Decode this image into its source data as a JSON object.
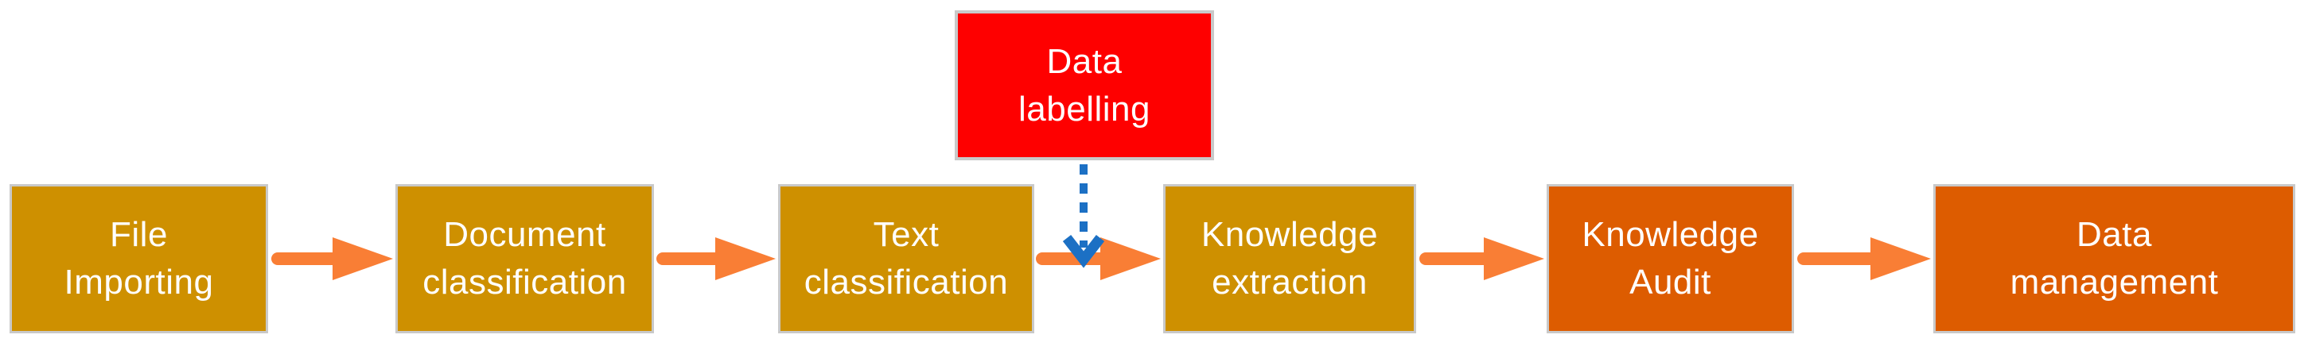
{
  "diagram": {
    "nodes": [
      {
        "label": "File\nImporting",
        "fill": "gold"
      },
      {
        "label": "Document\nclassification",
        "fill": "gold"
      },
      {
        "label": "Text\nclassification",
        "fill": "gold"
      },
      {
        "label": "Knowledge\nextraction",
        "fill": "gold"
      },
      {
        "label": "Knowledge\nAudit",
        "fill": "orange"
      },
      {
        "label": "Data\nmanagement",
        "fill": "orange"
      }
    ],
    "annotation": {
      "label": "Data\nlabelling",
      "fill": "red"
    },
    "edges": [
      {
        "from": "File Importing",
        "to": "Document classification",
        "type": "solid-arrow"
      },
      {
        "from": "Document classification",
        "to": "Text classification",
        "type": "solid-arrow"
      },
      {
        "from": "Text classification",
        "to": "Knowledge extraction",
        "type": "solid-arrow"
      },
      {
        "from": "Knowledge extraction",
        "to": "Knowledge Audit",
        "type": "solid-arrow"
      },
      {
        "from": "Knowledge Audit",
        "to": "Data management",
        "type": "solid-arrow"
      },
      {
        "from": "Data labelling",
        "to": "flow between Text classification and Knowledge extraction",
        "type": "dashed-arrow"
      }
    ]
  },
  "colors": {
    "gold": "#CE9000",
    "orange": "#DD5C00",
    "red": "#FE0000",
    "arrow": "#F97E35",
    "blue": "#1C70C4",
    "border": "#C9C9C9",
    "text": "#FFFFFF",
    "background": "#FFFFFF"
  }
}
